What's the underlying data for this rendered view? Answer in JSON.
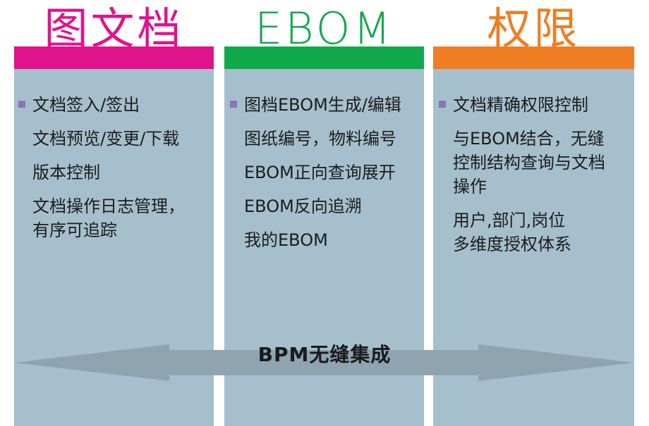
{
  "colors": {
    "magenta": "#e0138c",
    "green": "#10a94b",
    "orange": "#ef7d22",
    "panel": "#a6bfcc",
    "arrow": "#8ea4b0",
    "bullet": "#8a74b8"
  },
  "columns": [
    {
      "title": "图文档",
      "items": [
        {
          "text": "文档签入/签出",
          "bullet": true
        },
        {
          "text": "文档预览/变更/下载",
          "bullet": false
        },
        {
          "text": "版本控制",
          "bullet": false
        },
        {
          "text": "文档操作日志管理，\n有序可追踪",
          "bullet": false
        }
      ]
    },
    {
      "title": "EBOM",
      "items": [
        {
          "text": "图档EBOM生成/编辑",
          "bullet": true
        },
        {
          "text": "图纸编号，物料编号",
          "bullet": false
        },
        {
          "text": "EBOM正向查询展开",
          "bullet": false
        },
        {
          "text": "EBOM反向追溯",
          "bullet": false
        },
        {
          "text": "我的EBOM",
          "bullet": false
        }
      ]
    },
    {
      "title": "权限",
      "items": [
        {
          "text": "文档精确权限控制",
          "bullet": true
        },
        {
          "text": "与EBOM结合，无缝\n控制结构查询与文档\n操作",
          "bullet": false
        },
        {
          "text": "用户,部门,岗位\n多维度授权体系",
          "bullet": false
        }
      ]
    }
  ],
  "integration": {
    "label": "BPM无缝集成"
  }
}
